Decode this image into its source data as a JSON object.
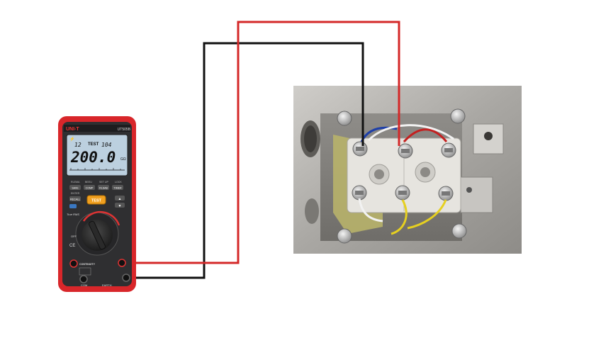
{
  "meter": {
    "brand": "UNI-T",
    "model": "UT505B",
    "display": {
      "range": "12",
      "test_label": "TEST",
      "test_value": "104",
      "main_value": "200.0",
      "unit": "GΩ"
    },
    "buttons": {
      "save_top": "RLEMA",
      "save": "SAVE",
      "comp_top": "BEEU",
      "comp": "COMP",
      "rlsb_top": "SET UP",
      "rlsb": "RLSAB",
      "timer_top": "LOCK",
      "timer": "TIMER",
      "enter": "ENTER",
      "recall": "RECALL",
      "test": "TEST",
      "up": "▲",
      "down": "▼",
      "trms": "True RMS"
    },
    "dial": {
      "off": "OFF"
    },
    "jacks": {
      "continuity": "CONTINUITY",
      "com": "COM",
      "earth": "EARTH",
      "ce": "CE"
    }
  },
  "wires": {
    "red": "#d42828",
    "black": "#111111"
  },
  "colors": {
    "meter_body": "#d8262a",
    "meter_face": "#3a3a3c",
    "lcd": "#bcd0df",
    "box_metal": "#b8b6b2",
    "terminal_block": "#e6e4df"
  }
}
